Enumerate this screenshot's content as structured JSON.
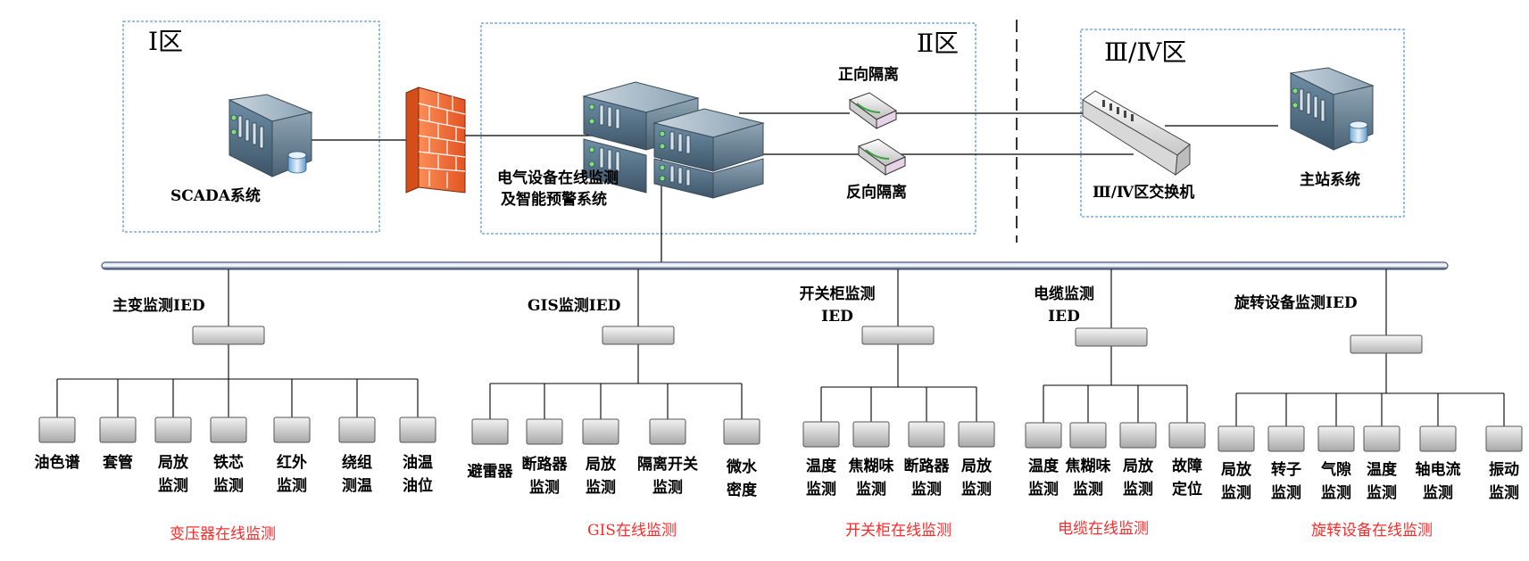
{
  "zones": {
    "zone1": "Ⅰ区",
    "zone2": "Ⅱ区",
    "zone34": "Ⅲ/Ⅳ区"
  },
  "systems": {
    "scada": "SCADA系统",
    "monitor_line1": "电气设备在线监测",
    "monitor_line2": "及智能预警系统",
    "forward_isolation": "正向隔离",
    "reverse_isolation": "反向隔离",
    "switch34": "Ⅲ/Ⅳ区交换机",
    "master": "主站系统"
  },
  "ieds": {
    "transformer": "主变监测IED",
    "gis": "GIS监测IED",
    "switchgear_line1": "开关柜监测",
    "switchgear_line2": "IED",
    "cable_line1": "电缆监测",
    "cable_line2": "IED",
    "rotating": "旋转设备监测IED"
  },
  "sensors": {
    "transformer": [
      {
        "l1": "油色谱",
        "l2": ""
      },
      {
        "l1": "套管",
        "l2": ""
      },
      {
        "l1": "局放",
        "l2": "监测"
      },
      {
        "l1": "铁芯",
        "l2": "监测"
      },
      {
        "l1": "红外",
        "l2": "监测"
      },
      {
        "l1": "绕组",
        "l2": "测温"
      },
      {
        "l1": "油温",
        "l2": "油位"
      }
    ],
    "gis": [
      {
        "l1": "避雷器",
        "l2": ""
      },
      {
        "l1": "断路器",
        "l2": "监测"
      },
      {
        "l1": "局放",
        "l2": "监测"
      },
      {
        "l1": "隔离开关",
        "l2": "监测"
      },
      {
        "l1": "微水",
        "l2": "密度"
      }
    ],
    "switchgear": [
      {
        "l1": "温度",
        "l2": "监测"
      },
      {
        "l1": "焦糊味",
        "l2": "监测"
      },
      {
        "l1": "断路器",
        "l2": "监测"
      },
      {
        "l1": "局放",
        "l2": "监测"
      }
    ],
    "cable": [
      {
        "l1": "温度",
        "l2": "监测"
      },
      {
        "l1": "焦糊味",
        "l2": "监测"
      },
      {
        "l1": "局放",
        "l2": "监测"
      },
      {
        "l1": "故障",
        "l2": "定位"
      }
    ],
    "rotating": [
      {
        "l1": "局放",
        "l2": "监测"
      },
      {
        "l1": "转子",
        "l2": "监测"
      },
      {
        "l1": "气隙",
        "l2": "监测"
      },
      {
        "l1": "温度",
        "l2": "监测"
      },
      {
        "l1": "轴电流",
        "l2": "监测"
      },
      {
        "l1": "振动",
        "l2": "监测"
      }
    ]
  },
  "sections": {
    "transformer": "变压器在线监测",
    "gis": "GIS在线监测",
    "switchgear": "开关柜在线监测",
    "cable": "电缆在线监测",
    "rotating": "旋转设备在线监测"
  },
  "colors": {
    "zone_border": "#2f7fd0",
    "section_text": "#ff2a2a",
    "firewall": "#f26a2a",
    "bus": "#2c3e63"
  }
}
